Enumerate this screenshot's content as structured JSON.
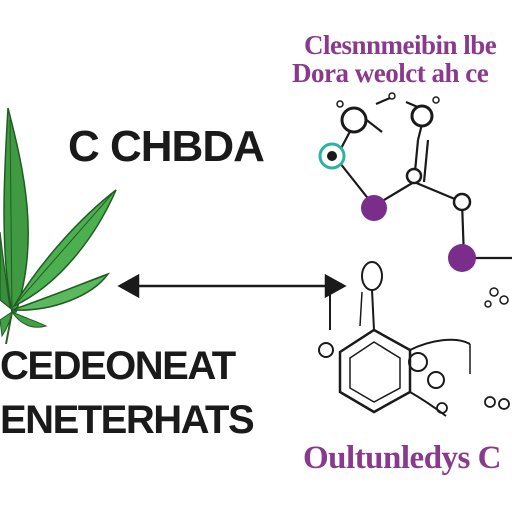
{
  "diagram": {
    "title_top_line1": "Clesnnmeibin lbe",
    "title_top_line2": "Dora weolct ah ce",
    "main_label": "C CHBDA",
    "label_line1": "CEDEONEAT",
    "label_line2": "ENETERHATS",
    "title_bottom": "Oultunledys C",
    "colors": {
      "leaf_dark": "#2e7d32",
      "leaf_mid": "#4caf50",
      "atom_purple": "#7b2d8b",
      "atom_teal": "#2bb5a0",
      "ink": "#1a1a1a",
      "text_purple": "#8a3a8c"
    },
    "icons": [
      "cannabis-leaf-icon",
      "double-arrow-icon",
      "molecule-icon",
      "benzene-ring-icon"
    ]
  }
}
